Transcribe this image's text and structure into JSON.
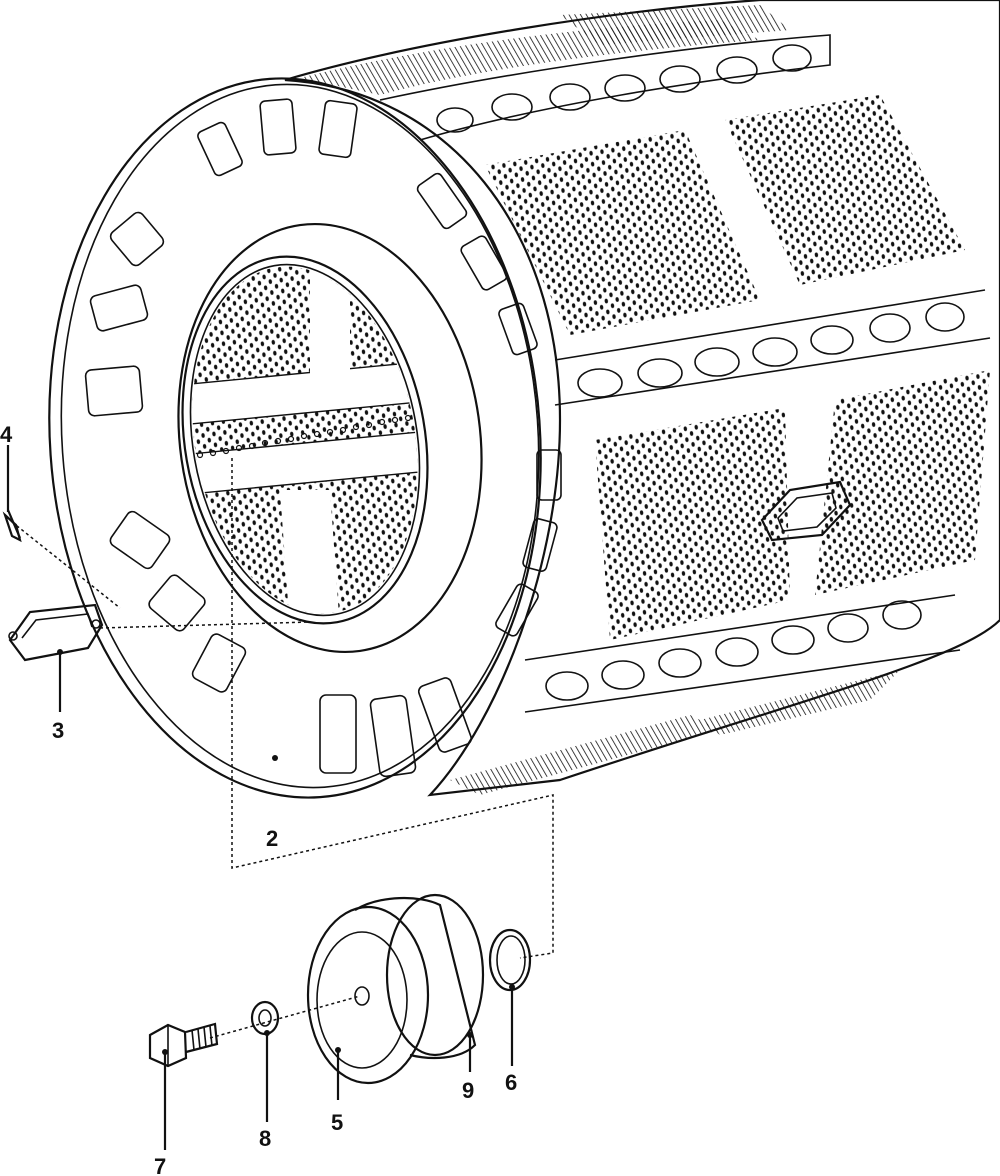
{
  "diagram": {
    "type": "exploded-parts-view",
    "colors": {
      "ink": "#111111",
      "paper": "#ffffff"
    },
    "callouts": [
      {
        "id": "1",
        "label": "4"
      },
      {
        "id": "2",
        "label": "3"
      },
      {
        "id": "3",
        "label": "2"
      },
      {
        "id": "4",
        "label": "7"
      },
      {
        "id": "5",
        "label": "8"
      },
      {
        "id": "6",
        "label": "5"
      },
      {
        "id": "7",
        "label": "9"
      },
      {
        "id": "8",
        "label": "6"
      }
    ]
  }
}
